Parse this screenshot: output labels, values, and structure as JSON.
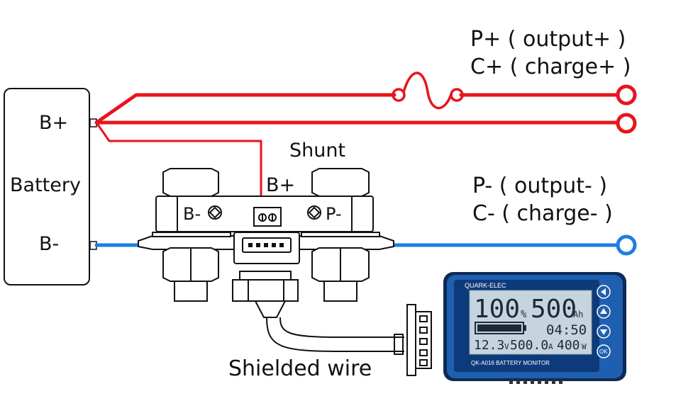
{
  "battery": {
    "title": "Battery",
    "pos": "B+",
    "neg": "B-"
  },
  "shunt": {
    "title": "Shunt",
    "terminal_b_neg": "B-",
    "terminal_p_neg": "P-",
    "sense": "B+"
  },
  "outputs": {
    "positive_line1": "P+ ( output+ )",
    "positive_line2": "C+ ( charge+ )",
    "negative_line1": "P- ( output- )",
    "negative_line2": "C- ( charge- )"
  },
  "cable_label": "Shielded wire",
  "monitor": {
    "brand": "QUARK-ELEC",
    "model": "QK-A016 BATTERY MONITOR",
    "percent": "100",
    "percent_unit": "%",
    "capacity": "500",
    "capacity_unit": "Ah",
    "time": "04:50",
    "voltage": "12.3",
    "voltage_unit": "V",
    "current": "500.0",
    "current_unit": "A",
    "power": "400",
    "power_unit": "W",
    "ok_label": "OK"
  },
  "colors": {
    "positive": "#e8141c",
    "negative": "#1e7ee0",
    "monitor_body": "#1f5fb0",
    "lcd": "#c7d4df"
  }
}
